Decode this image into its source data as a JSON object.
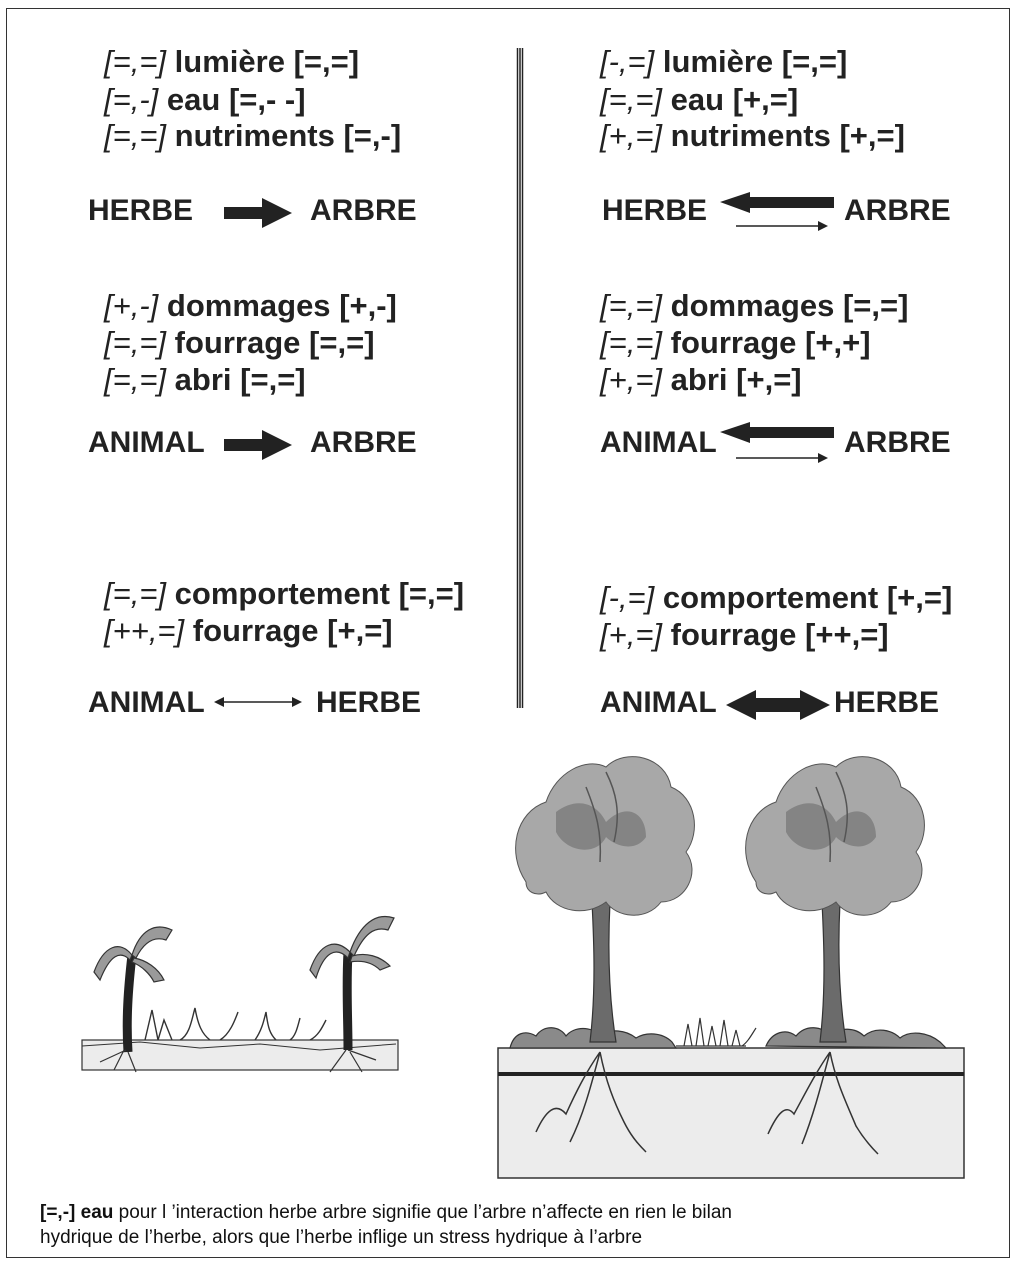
{
  "left": {
    "block1": {
      "lines": [
        {
          "pre": "[=,=]",
          "name": "lumière",
          "post": "[=,=]"
        },
        {
          "pre": "[=,-]",
          "name": "eau",
          "post": "[=,- -]"
        },
        {
          "pre": "[=,=]",
          "name": "nutriments",
          "post": "[=,-]"
        }
      ],
      "from": "HERBE",
      "to": "ARBRE"
    },
    "block2": {
      "lines": [
        {
          "pre": "[+,-]",
          "name": "dommages",
          "post": "[+,-]"
        },
        {
          "pre": "[=,=]",
          "name": "fourrage",
          "post": "[=,=]"
        },
        {
          "pre": "[=,=]",
          "name": "abri",
          "post": "[=,=]"
        }
      ],
      "from": "ANIMAL",
      "to": "ARBRE"
    },
    "block3": {
      "lines": [
        {
          "pre": "[=,=]",
          "name": "comportement",
          "post": "[=,=]"
        },
        {
          "pre": "[++,=]",
          "name": "fourrage",
          "post": "[+,=]"
        }
      ],
      "from": "ANIMAL",
      "to": "HERBE"
    }
  },
  "right": {
    "block1": {
      "lines": [
        {
          "pre": "[-,=]",
          "name": "lumière",
          "post": "[=,=]"
        },
        {
          "pre": "[=,=]",
          "name": "eau",
          "post": "[+,=]"
        },
        {
          "pre": "[+,=]",
          "name": "nutriments",
          "post": "[+,=]"
        }
      ],
      "from": "HERBE",
      "to": "ARBRE"
    },
    "block2": {
      "lines": [
        {
          "pre": "[=,=]",
          "name": "dommages",
          "post": "[=,=]"
        },
        {
          "pre": "[=,=]",
          "name": "fourrage",
          "post": "[+,+]"
        },
        {
          "pre": "[+,=]",
          "name": "abri",
          "post": "[+,=]"
        }
      ],
      "from": "ANIMAL",
      "to": "ARBRE"
    },
    "block3": {
      "lines": [
        {
          "pre": "[-,=]",
          "name": "comportement",
          "post": "[+,=]"
        },
        {
          "pre": "[+,=]",
          "name": "fourrage",
          "post": "[++,=]"
        }
      ],
      "from": "ANIMAL",
      "to": "HERBE"
    }
  },
  "caption": {
    "key": "[=,-] eau",
    "text": " pour l ’interaction herbe arbre signifie que l’arbre n’affecte en rien le bilan",
    "text2": "hydrique de l’herbe, alors que l’herbe inflige un stress hydrique à l’arbre"
  },
  "colors": {
    "ink": "#222222",
    "canopy": "#a8a8a8",
    "canopy_dark": "#7a7a7a",
    "trunk": "#555555",
    "soil": "#ececec"
  }
}
